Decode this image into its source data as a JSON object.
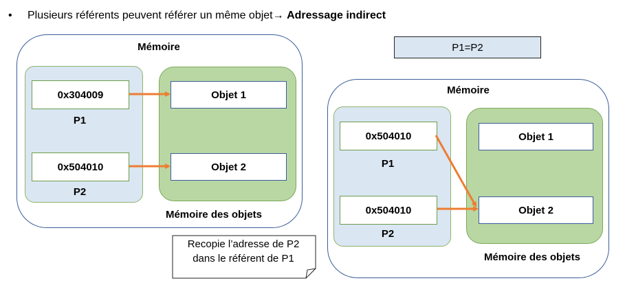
{
  "header": {
    "bullet": "•",
    "text": "Plusieurs référents peuvent référer un même objet",
    "arrow": "→",
    "emphasis": "Adressage indirect"
  },
  "left_diagram": {
    "memory_label": "Mémoire",
    "p1_value": "0x304009",
    "p1_label": "P1",
    "p2_value": "0x504010",
    "p2_label": "P2",
    "object1": "Objet 1",
    "object2": "Objet 2",
    "objects_label": "Mémoire des objets"
  },
  "right_diagram": {
    "assignment": "P1=P2",
    "memory_label": "Mémoire",
    "p1_value": "0x504010",
    "p1_label": "P1",
    "p2_value": "0x504010",
    "p2_label": "P2",
    "object1": "Objet 1",
    "object2": "Objet 2",
    "objects_label": "Mémoire des objets"
  },
  "note": {
    "line1": "Recopie l’adresse de P2",
    "line2": "dans le référent de P1"
  },
  "colors": {
    "arrow": "#ed7d31",
    "pointer_zone": "#dae6f2",
    "object_zone": "#b9d7a3",
    "frame": "#3a5c99"
  }
}
